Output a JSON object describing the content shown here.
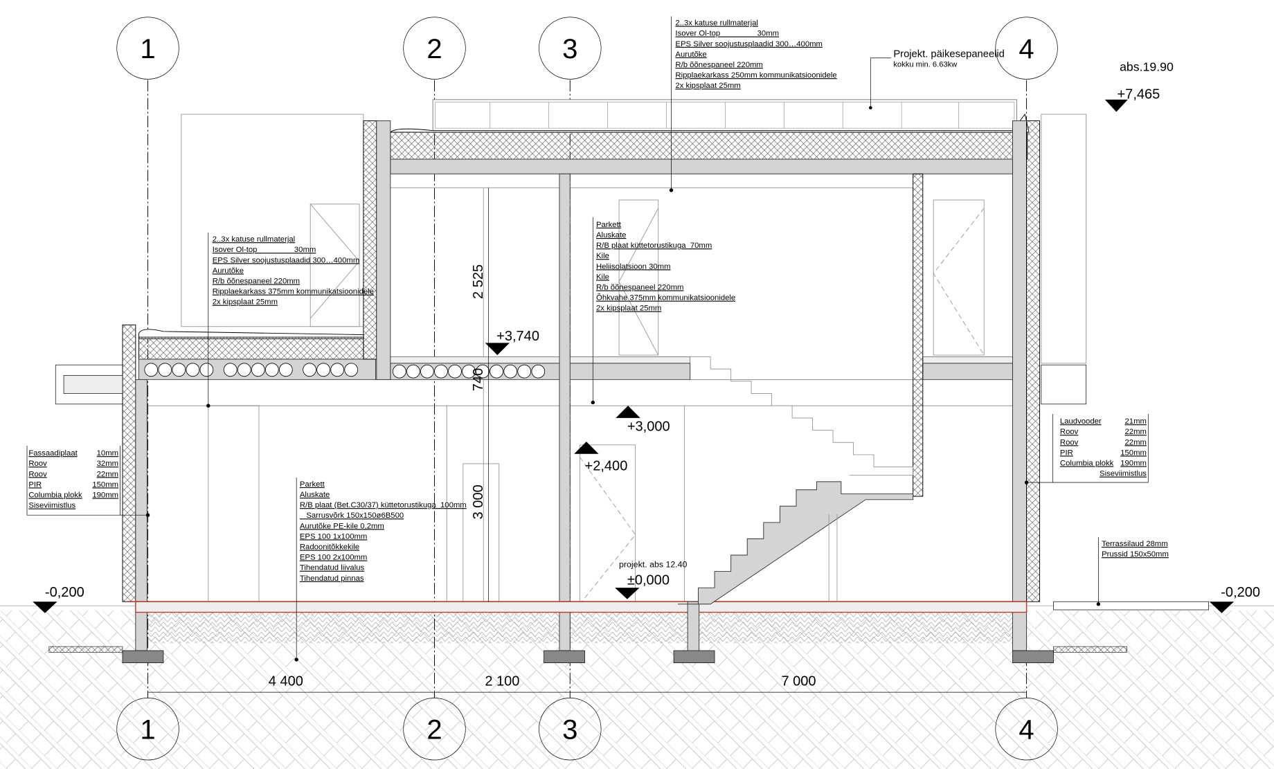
{
  "grid_axes": {
    "top": [
      "1",
      "2",
      "3",
      "4"
    ],
    "bottom": [
      "1",
      "2",
      "3",
      "4"
    ]
  },
  "dimensions": {
    "horizontal": [
      "4 400",
      "2 100",
      "7 000"
    ],
    "vertical": [
      "2 525",
      "740",
      "3 000"
    ]
  },
  "levels": {
    "abs_top": "abs.19.90",
    "roof": "+7,465",
    "floor2": "+3,740",
    "ceiling1": "+3,000",
    "door_head": "+2,400",
    "abs_ground": "projekt. abs 12.40",
    "zero": "±0,000",
    "ground_left": "-0,200",
    "ground_right": "-0,200"
  },
  "solar": {
    "title": "Projekt. päikesepaneelid",
    "subtitle": "kokku min. 6.63kw"
  },
  "annotations": {
    "roof_upper": [
      "2..3x katuse rullmaterjal",
      "Isover Ol-top                 30mm",
      "EPS Silver soojustusplaadid 300…400mm",
      "Aurutõke",
      "R/b õõnespaneel 220mm",
      "Ripplaekarkass 250mm kommunikatsioonidele",
      "2x kipsplaat 25mm"
    ],
    "roof_lower": [
      "2..3x katuse rullmaterjal",
      "Isover Ol-top                 30mm",
      "EPS Silver soojustusplaadid 300…400mm",
      "Aurutõke",
      "R/b õõnespaneel 220mm",
      "Ripplaekarkass 375mm kommunikatsioonidele",
      "2x kipsplaat 25mm"
    ],
    "floor_upper": [
      "Parkett",
      "Aluskate",
      "R/B plaat küttetorustikuga  70mm",
      "Kile",
      "Heliisolatsioon 30mm",
      "Kile",
      "R/b õõnespaneel 220mm",
      "Õhkvahe 375mm kommunikatsioonidele",
      "2x kipsplaat 25mm"
    ],
    "slab_ground": [
      "Parkett",
      "Aluskate",
      "R/B plaat (Bet.C30/37) küttetorustikuga  100mm",
      "   Sarrusvõrk 150x150ø6B500",
      "Aurutõke PE-kile 0,2mm",
      "EPS 100 1x100mm",
      "Radoonitõkkekile",
      "EPS 100 2x100mm",
      "Tihendatud liivalus",
      "Tihendatud pinnas"
    ],
    "terrace": [
      "Terrassilaud 28mm",
      "Prussid 150x50mm"
    ],
    "wall_left": [
      {
        "label": "Fassaadiplaat",
        "value": "10mm"
      },
      {
        "label": "Roov",
        "value": "32mm"
      },
      {
        "label": "Roov",
        "value": "22mm"
      },
      {
        "label": "PIR",
        "value": "150mm"
      },
      {
        "label": "Columbia plokk",
        "value": "190mm"
      },
      {
        "label": "Siseviimistlus",
        "value": ""
      }
    ],
    "wall_right": [
      {
        "label": "Laudvooder",
        "value": "21mm"
      },
      {
        "label": "Roov",
        "value": "22mm"
      },
      {
        "label": "Roov",
        "value": "22mm"
      },
      {
        "label": "PIR",
        "value": "150mm"
      },
      {
        "label": "Columbia plokk",
        "value": "190mm"
      },
      {
        "label": "",
        "value": "Siseviimistlus"
      }
    ]
  },
  "colors": {
    "line": "#000000",
    "concrete": "#d4d4d4",
    "membrane": "#c0392b"
  }
}
